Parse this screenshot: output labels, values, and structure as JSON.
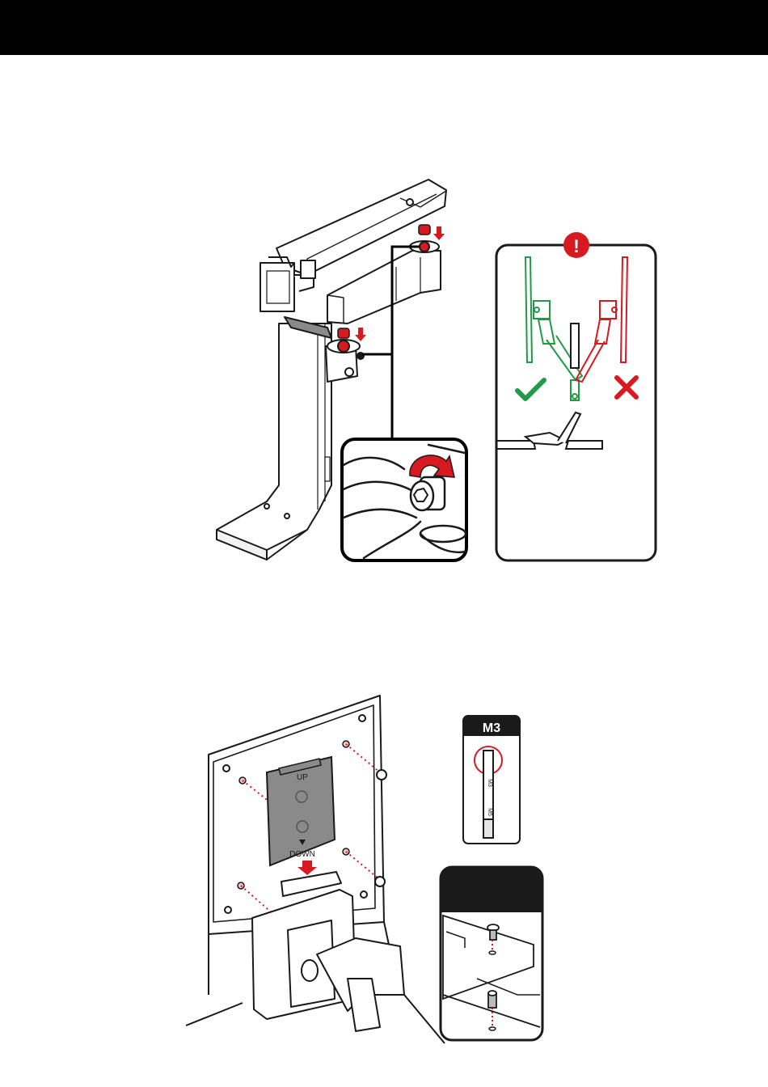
{
  "page": {
    "colors": {
      "header": "#000000",
      "accent_red": "#d71920",
      "ok_green": "#1f9a47",
      "line": "#1a1a1a",
      "plate_gray": "#8a8a8a",
      "dark_panel": "#1a1a1a"
    }
  },
  "figure_top": {
    "warning_symbol": "!",
    "icons": [
      "warning-icon",
      "check-icon",
      "cross-icon",
      "rotate-arrow-icon",
      "down-arrow-icon"
    ]
  },
  "figure_bottom": {
    "vesa_plate": {
      "up_label": "UP",
      "down_label": "DOWN"
    },
    "screw_card": {
      "title": "M3",
      "bit_labels": [
        "M3",
        "M5"
      ]
    }
  }
}
